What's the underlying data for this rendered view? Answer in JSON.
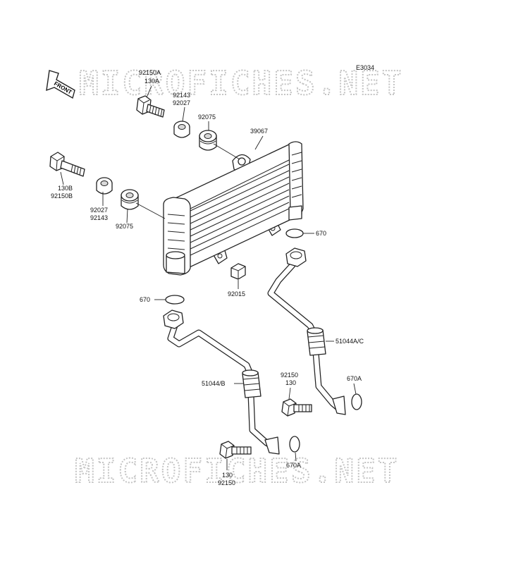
{
  "diagram_code": "E3034",
  "front_arrow_label": "FRONT",
  "watermark": "MICROFICHES.NET",
  "labels": {
    "p92150A": "92150A",
    "p130A": "130A",
    "p92143_top": "92143",
    "p92027_top": "92027",
    "p92075_top": "92075",
    "p39067": "39067",
    "p130B": "130B",
    "p92150B": "92150B",
    "p92027_left": "92027",
    "p92143_left": "92143",
    "p92075_left": "92075",
    "p670_right": "670",
    "p670_left": "670",
    "p92015": "92015",
    "p51044AC": "51044A/C",
    "p51044B": "51044/B",
    "p92150_mid": "92150",
    "p130_mid": "130",
    "p670A_right": "670A",
    "p670A_bottom": "670A",
    "p130_bottom": "130",
    "p92150_bottom": "92150"
  }
}
